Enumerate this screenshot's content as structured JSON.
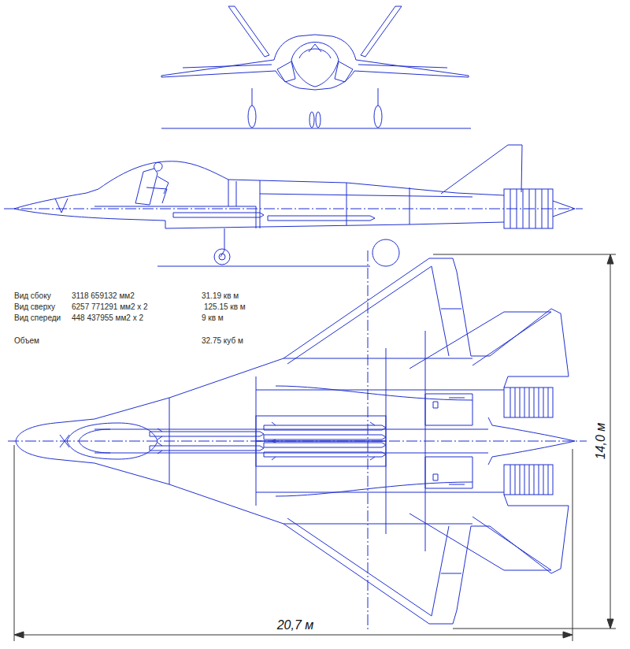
{
  "diagram": {
    "labels": [
      "Вид сбоку",
      "3118 659132 мм2",
      "31.19 кв м",
      "Вид сверху",
      "6257 771291 мм2 х 2",
      "125.15 кв м",
      "Вид спереди",
      "448 437955 мм2 х 2",
      "9 кв м",
      "Объем",
      "32.75 куб м",
      "14,0 м",
      "20,7 м"
    ]
  }
}
